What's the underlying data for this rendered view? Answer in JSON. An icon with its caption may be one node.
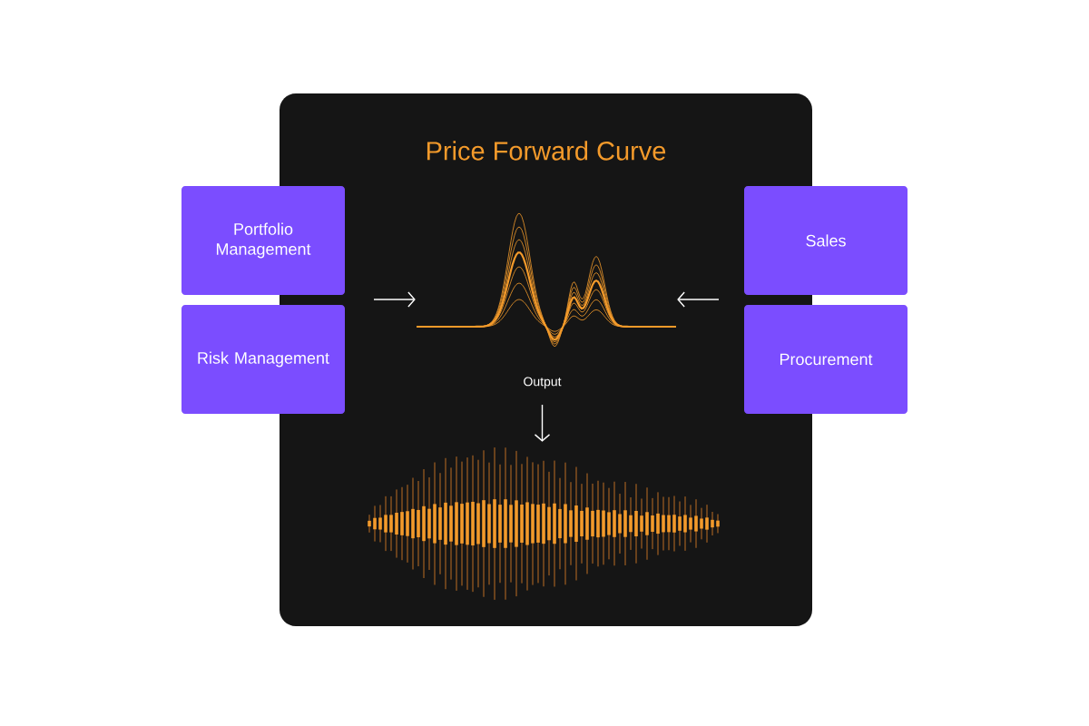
{
  "diagram": {
    "nodes": [
      {
        "text": [
          "Price Forward Curve"
        ]
      },
      {
        "text": [
          "Portfolio Management"
        ]
      },
      {
        "text": [
          "Risk Management"
        ]
      },
      {
        "text": [
          "Sales"
        ]
      },
      {
        "text": [
          "Procurement"
        ]
      },
      {
        "text": [],
        "shape": "picture",
        "in": 0
      },
      {
        "text": [],
        "shape": "picture",
        "in": 0
      }
    ],
    "edges": [
      {
        "from": null,
        "to": 5,
        "arrow": "to"
      },
      {
        "from": null,
        "to": 5,
        "arrow": "to"
      },
      {
        "from": null,
        "to": 6,
        "arrow": "to",
        "label": "Output"
      }
    ]
  }
}
